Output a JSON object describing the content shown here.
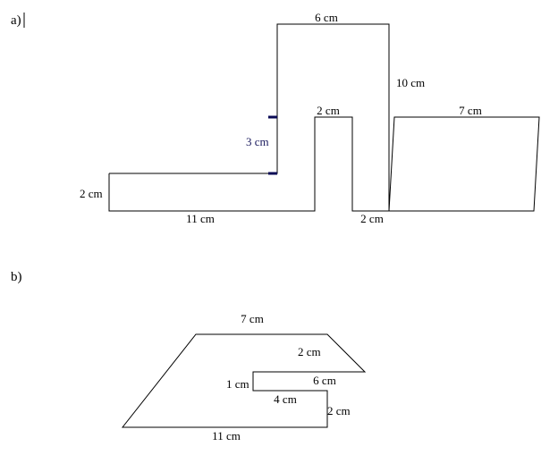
{
  "part_a": {
    "label": "a)",
    "dimensions": {
      "top": "6 cm",
      "right_tall": "10 cm",
      "notch_top": "2 cm",
      "quad_top": "7 cm",
      "left_height": "3 cm",
      "base_step": "2 cm",
      "bottom_left": "11 cm",
      "bottom_notch": "2 cm"
    }
  },
  "part_b": {
    "label": "b)",
    "dimensions": {
      "top": "7 cm",
      "slant_right": "2 cm",
      "inner_top": "6 cm",
      "inner_left": "1 cm",
      "inner_bottom": "4 cm",
      "right_step": "2 cm",
      "bottom": "11 cm"
    }
  }
}
